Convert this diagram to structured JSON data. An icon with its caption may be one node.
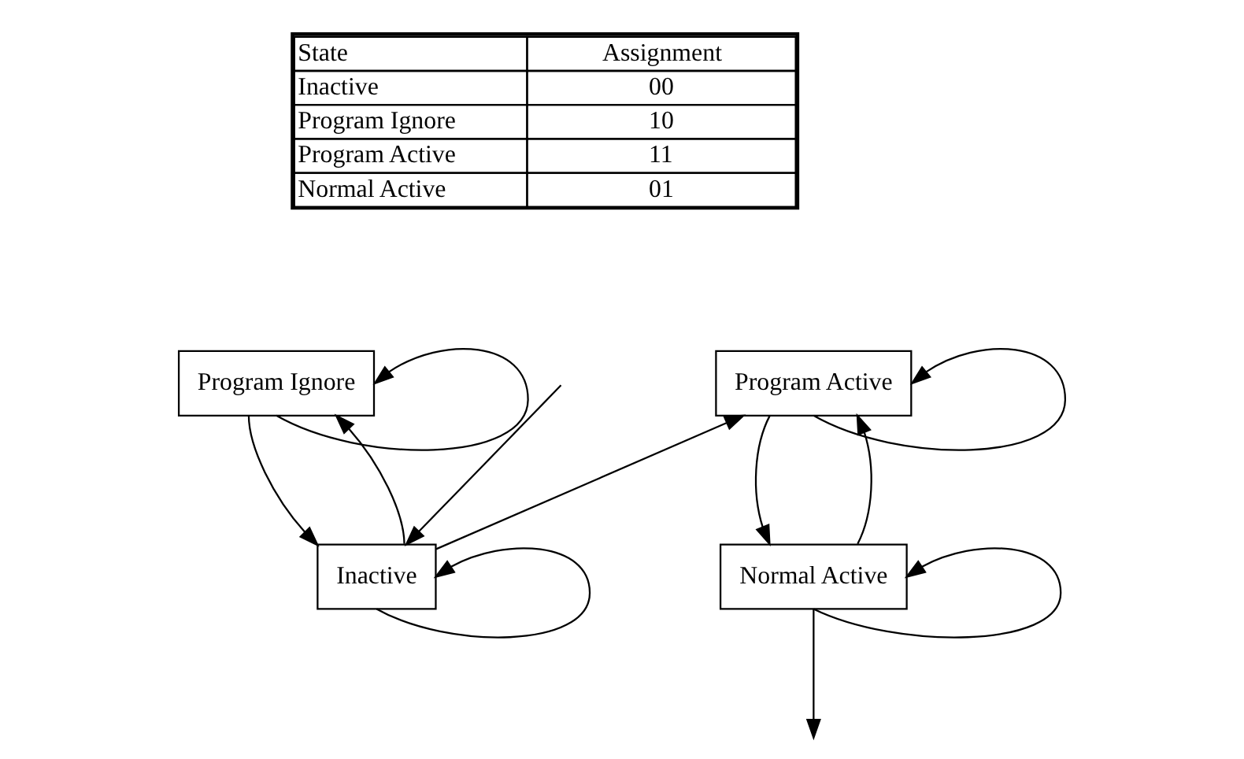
{
  "diagram": {
    "nodes": [
      {
        "text": [
          "Program Ignore"
        ]
      },
      {
        "text": [
          "Program Active"
        ]
      },
      {
        "text": [
          "Inactive"
        ]
      },
      {
        "text": [
          "Normal Active"
        ]
      }
    ],
    "edges": [
      {
        "from": 0,
        "to": 0,
        "arrow": "to"
      },
      {
        "from": 0,
        "to": 2,
        "arrow": "to"
      },
      {
        "from": 2,
        "to": 0,
        "arrow": "to"
      },
      {
        "from": 2,
        "to": 2,
        "arrow": "to"
      },
      {
        "from": 2,
        "to": 1,
        "arrow": "to"
      },
      {
        "from": null,
        "to": 2,
        "arrow": "to"
      },
      {
        "from": 1,
        "to": 1,
        "arrow": "to"
      },
      {
        "from": 1,
        "to": 3,
        "arrow": "to"
      },
      {
        "from": 3,
        "to": 1,
        "arrow": "to"
      },
      {
        "from": 3,
        "to": 3,
        "arrow": "to"
      },
      {
        "from": 3,
        "to": null,
        "arrow": "to"
      }
    ],
    "labels": [
      "State",
      "Assignment",
      "Inactive",
      "00",
      "Program Ignore",
      "10",
      "Program Active",
      "11",
      "Normal Active",
      "01"
    ]
  }
}
